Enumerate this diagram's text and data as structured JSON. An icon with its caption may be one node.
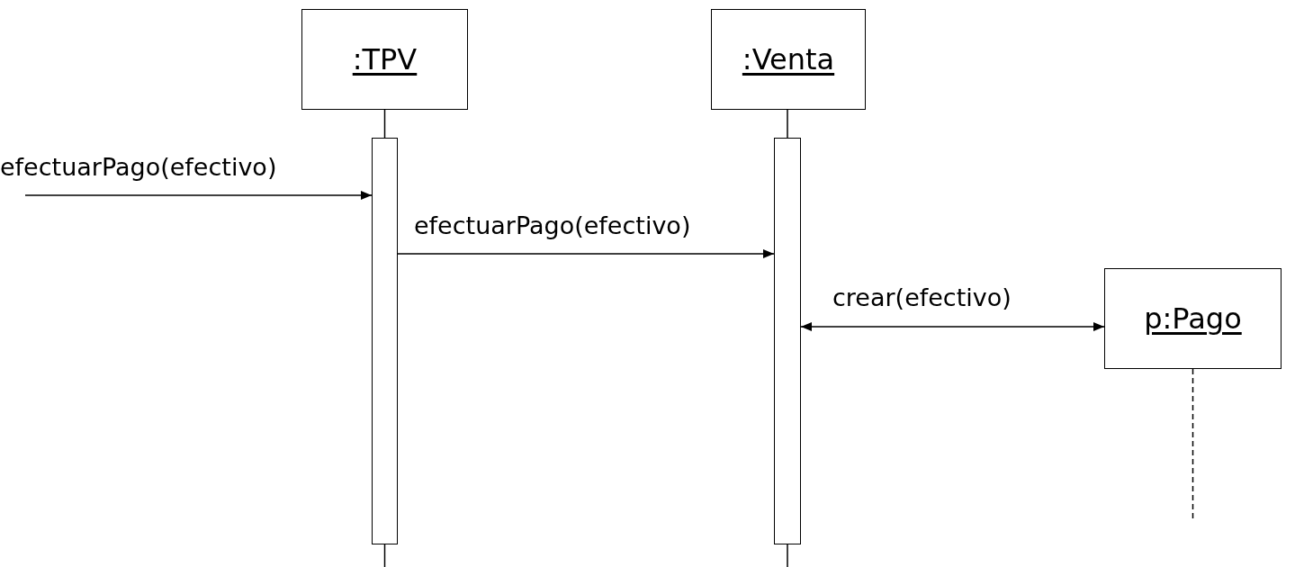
{
  "diagram": {
    "nodes": [
      {
        "text": [
          ":TPV"
        ]
      },
      {
        "text": [
          ":Venta"
        ]
      },
      {
        "text": [
          "p:Pago"
        ]
      },
      {
        "text": [],
        "shape": "bar"
      },
      {
        "text": [],
        "shape": "bar"
      }
    ],
    "edges": [
      {
        "from": 0,
        "to": 3,
        "arrow": "none"
      },
      {
        "from": 1,
        "to": 4,
        "arrow": "none"
      },
      {
        "from": null,
        "to": 3,
        "arrow": "to",
        "label": "efectuarPago(efectivo)"
      },
      {
        "from": 3,
        "to": 4,
        "arrow": "to",
        "label": "efectuarPago(efectivo)"
      },
      {
        "from": 4,
        "to": 2,
        "arrow": "both",
        "label": "crear(efectivo)"
      }
    ]
  }
}
